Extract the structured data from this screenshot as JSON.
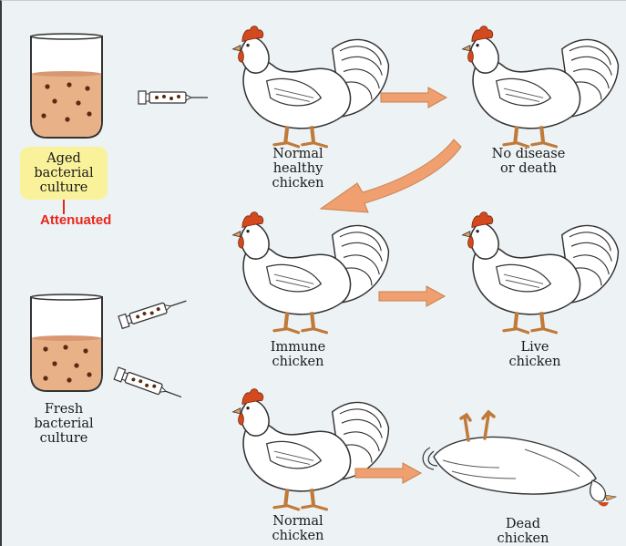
{
  "labels": {
    "aged_culture": "Aged\nbacterial\nculture",
    "attenuated": "Attenuated",
    "fresh_culture": "Fresh\nbacterial\nculture",
    "normal_healthy_chicken": "Normal\nhealthy\nchicken",
    "no_disease": "No disease\nor death",
    "immune_chicken": "Immune\nchicken",
    "live_chicken": "Live\nchicken",
    "normal_chicken": "Normal\nchicken",
    "dead_chicken": "Dead\nchicken"
  },
  "colors": {
    "culture": "#e9b188",
    "dots": "#5a2a12",
    "arrow": "#f0a070",
    "comb": "#d24a1e",
    "leg": "#e6a060",
    "highlight": "#fbf28a",
    "attenuated": "#e8261c"
  }
}
